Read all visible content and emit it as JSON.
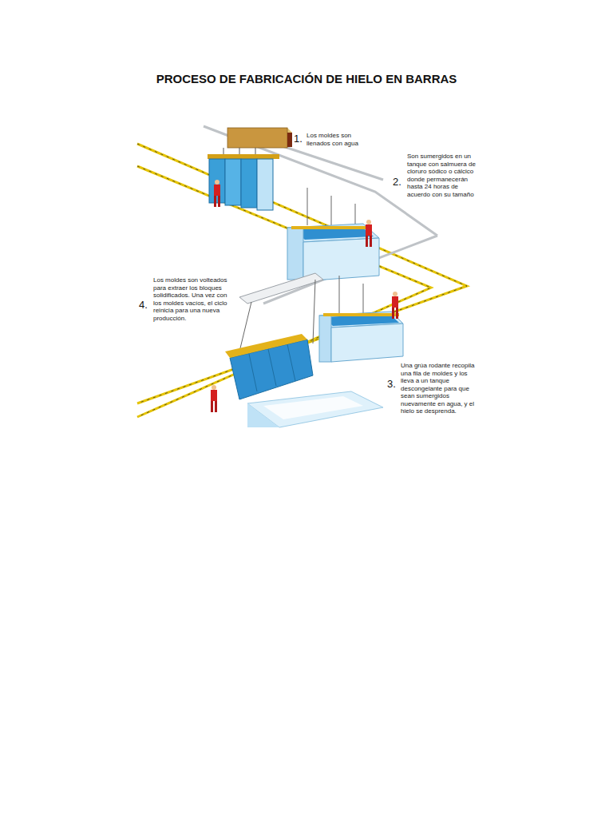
{
  "diagram": {
    "title": "PROCESO DE FABRICACIÓN DE HIELO EN BARRAS",
    "labels": [
      "1.",
      "Los moldes son llenados con agua",
      "2.",
      "Son sumergidos en un tanque con salmuera de cloruro sódico o cálcico donde permanecerán hasta 24 horas de acuerdo con su tamaño",
      "3.",
      "Una grúa rodante recopila una fila de moldes y los lleva a un tanque descongelante para que sean sumergidos nuevamente en agua, y el hielo se desprenda.",
      "4.",
      "Los moldes son volteados para extraer los bloques solidificados. Una vez con los moldes vacíos, el ciclo reinicia para una nueva producción."
    ]
  }
}
